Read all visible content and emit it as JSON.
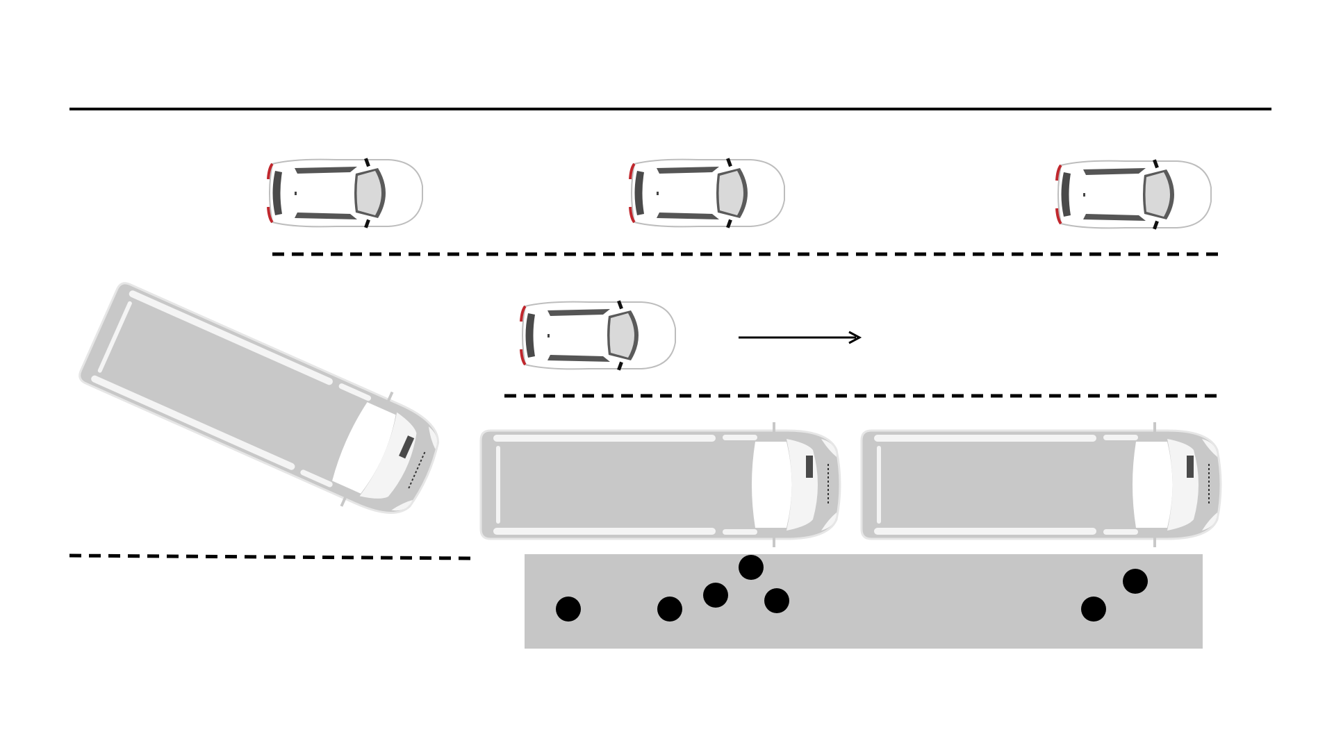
{
  "scene": {
    "description_visible_text": "",
    "colors": {
      "background": "#ffffff",
      "road_line": "#000000",
      "bus_body": "#c8c8c8",
      "bus_trim": "#f4f4f4",
      "car_body": "#ffffff",
      "car_glass": "#4a4a4a",
      "car_tail": "#c0272d",
      "sidewalk": "#c6c6c6",
      "pedestrian": "#000000",
      "arrow": "#000000"
    },
    "vehicles": {
      "parked_cars_top_lane": 3,
      "moving_car": 1,
      "parked_buses": 2,
      "merging_bus": 1
    },
    "pedestrian_count": 7,
    "icons": [
      "car-top-view-icon",
      "bus-top-view-icon",
      "pedestrian-dot-icon",
      "direction-arrow-icon"
    ]
  }
}
